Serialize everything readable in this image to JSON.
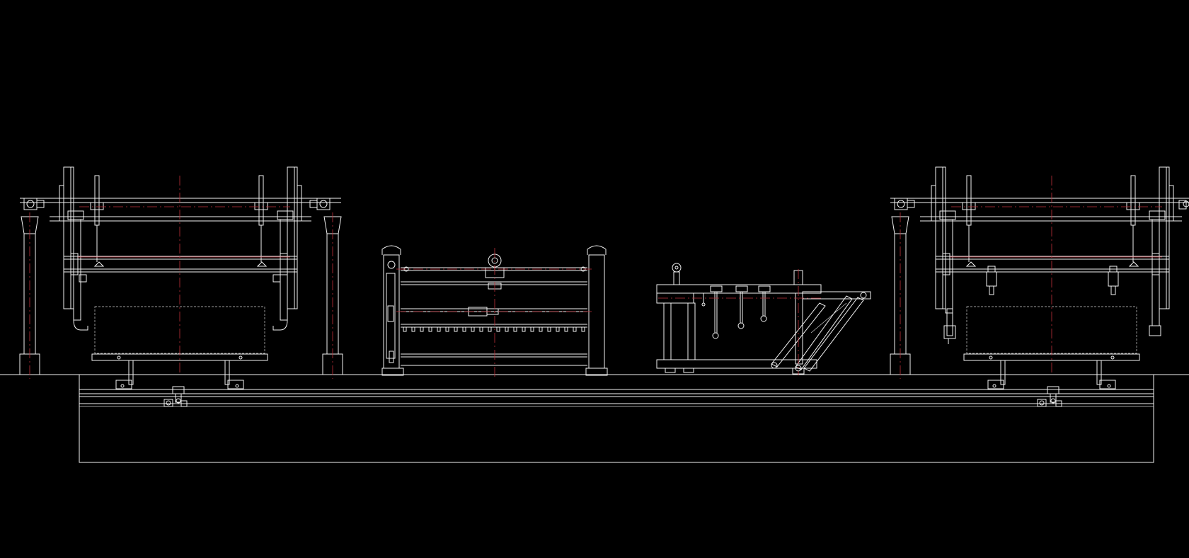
{
  "canvas": {
    "background": "#000000",
    "line_color": "#f2f2f2",
    "centerline_color": "#c0303a"
  },
  "view": {
    "type": "cad-elevation-drawing",
    "components": [
      "left-lifting-frame",
      "center-left-rack-station",
      "center-right-tilt-station",
      "right-lifting-frame",
      "base-rail-platform"
    ]
  }
}
